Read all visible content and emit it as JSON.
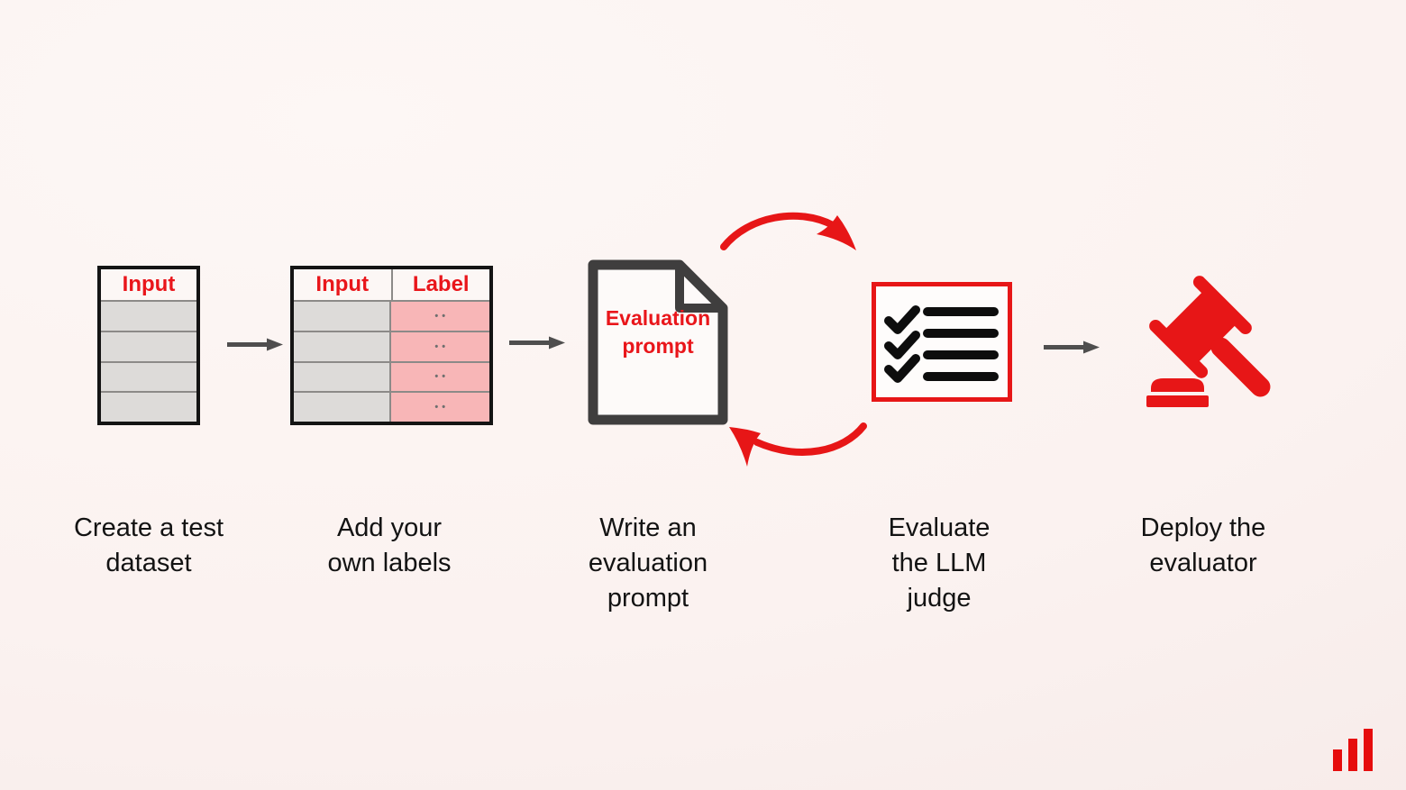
{
  "colors": {
    "background": "#fbf2f0",
    "accent_red": "#e9161b",
    "icon_red": "#e71617",
    "pink_cell": "#f8b6b7",
    "gray_cell": "#dddbd9",
    "table_border": "#141414",
    "row_divider": "#8c8a88",
    "doc_border": "#3f3e3e",
    "arrow_gray": "#4f4e4e",
    "text_black": "#131313",
    "checklist_black": "#0d0d0d",
    "dots_gray": "#6f6f6f"
  },
  "steps": [
    {
      "caption": "Create a test\ndataset"
    },
    {
      "caption": "Add your\nown labels"
    },
    {
      "caption": "Write an\nevaluation\nprompt"
    },
    {
      "caption": "Evaluate\nthe LLM\njudge"
    },
    {
      "caption": "Deploy the\nevaluator"
    }
  ],
  "dataset_table": {
    "header": "Input",
    "row_count": 4
  },
  "labeled_table": {
    "headers": [
      "Input",
      "Label"
    ],
    "row_count": 4,
    "label_cell_dots": "••"
  },
  "evaluation_document": {
    "text": "Evaluation\nprompt"
  },
  "icons": {
    "flow_arrow": "arrow-right-icon",
    "cycle_arrows": "cycle-arrows-icon",
    "checklist": "checklist-icon",
    "gavel": "gavel-icon",
    "logo": "bar-chart-logo-icon"
  }
}
